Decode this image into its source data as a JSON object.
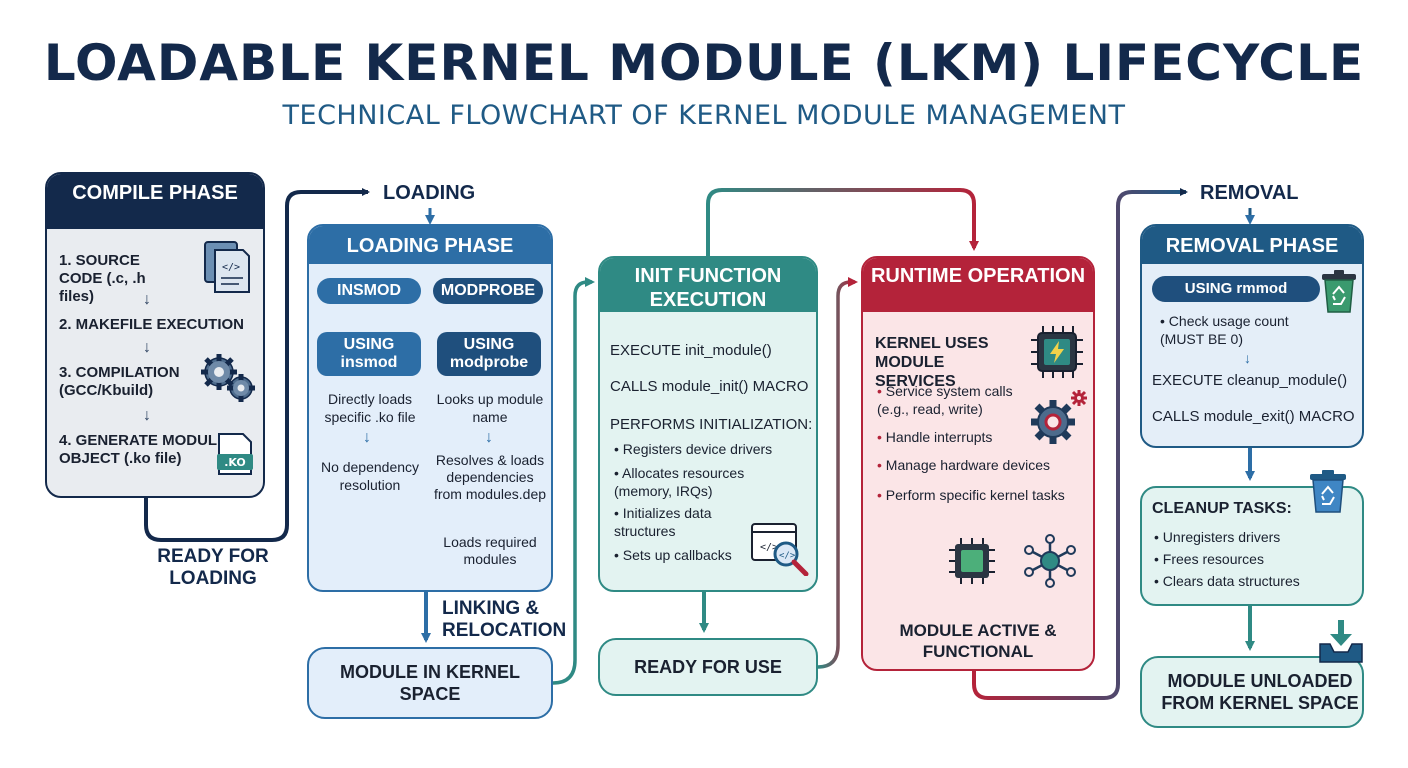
{
  "header": {
    "title": "LOADABLE KERNEL MODULE (LKM) LIFECYCLE",
    "subtitle": "TECHNICAL FLOWCHART OF KERNEL MODULE MANAGEMENT"
  },
  "compile": {
    "title": "COMPILE PHASE",
    "steps": [
      "1. SOURCE CODE (.c, .h files)",
      "2. MAKEFILE EXECUTION",
      "3. COMPILATION (GCC/Kbuild)",
      "4. GENERATE MODULE OBJECT (.ko file)"
    ],
    "ko_label": ".KO"
  },
  "flow_labels": {
    "ready_for_loading": "READY FOR LOADING",
    "loading": "LOADING",
    "linking": "LINKING & RELOCATION",
    "removal": "REMOVAL"
  },
  "loading": {
    "title": "LOADING PHASE",
    "tabs": [
      "INSMOD",
      "MODPROBE"
    ],
    "insmod": {
      "using": "USING insmod",
      "desc1": "Directly loads specific .ko file",
      "desc2": "No dependency resolution"
    },
    "modprobe": {
      "using": "USING modprobe",
      "desc1": "Looks up module name",
      "desc2": "Resolves & loads dependencies from modules.dep",
      "desc3": "Loads required modules"
    }
  },
  "module_in_kernel": "MODULE IN KERNEL SPACE",
  "init": {
    "title": "INIT FUNCTION EXECUTION",
    "line1": "EXECUTE init_module()",
    "line2": "CALLS module_init() MACRO",
    "line3": "PERFORMS INITIALIZATION:",
    "bullets": [
      "Registers device drivers",
      "Allocates resources (memory, IRQs)",
      "Initializes data structures",
      "Sets up callbacks"
    ]
  },
  "ready_for_use": "READY FOR USE",
  "runtime": {
    "title": "RUNTIME OPERATION",
    "intro": "KERNEL USES MODULE SERVICES",
    "bullets": [
      "Service system calls (e.g., read, write)",
      "Handle interrupts",
      "Manage hardware devices",
      "Perform specific kernel tasks"
    ],
    "footer": "MODULE ACTIVE & FUNCTIONAL"
  },
  "removal": {
    "title": "REMOVAL PHASE",
    "using": "USING rmmod",
    "check": "Check usage count (MUST BE 0)",
    "line1": "EXECUTE cleanup_module()",
    "line2": "CALLS module_exit() MACRO"
  },
  "cleanup": {
    "title": "CLEANUP TASKS:",
    "bullets": [
      "Unregisters drivers",
      "Frees resources",
      "Clears data structures"
    ]
  },
  "unloaded": "MODULE UNLOADED FROM KERNEL SPACE",
  "colors": {
    "navy": "#13294b",
    "blue": "#2d6ea6",
    "teal": "#2f8a84",
    "red": "#b4233a",
    "steel": "#1f5a85"
  },
  "icons": [
    "file-code-icon",
    "gears-icon",
    "ko-file-icon",
    "cpu-lightning-icon",
    "gear-icon",
    "chip-icon",
    "network-hub-icon",
    "code-magnifier-icon",
    "recycle-bin-icon",
    "tray-download-icon"
  ]
}
